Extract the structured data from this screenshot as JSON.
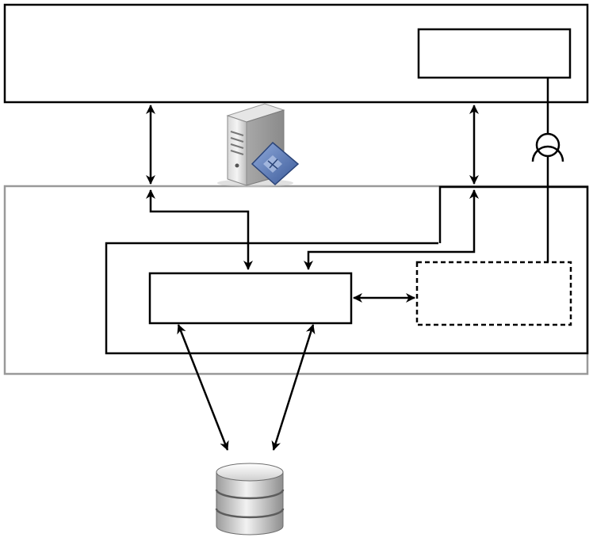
{
  "diagram": {
    "boxes": [
      {
        "name": "top-system-box",
        "label": ""
      },
      {
        "name": "top-inner-box",
        "label": ""
      },
      {
        "name": "middle-container-box",
        "label": ""
      },
      {
        "name": "inner-frame-box",
        "label": ""
      },
      {
        "name": "central-component-box",
        "label": ""
      },
      {
        "name": "optional-dashed-box",
        "label": ""
      }
    ],
    "icons": [
      {
        "name": "server-icon"
      },
      {
        "name": "database-icon"
      },
      {
        "name": "required-interface-icon"
      }
    ],
    "colors": {
      "stroke": "#000000",
      "container_stroke": "#999999",
      "background": "#ffffff",
      "server_accent": "#4a6aa8"
    }
  }
}
